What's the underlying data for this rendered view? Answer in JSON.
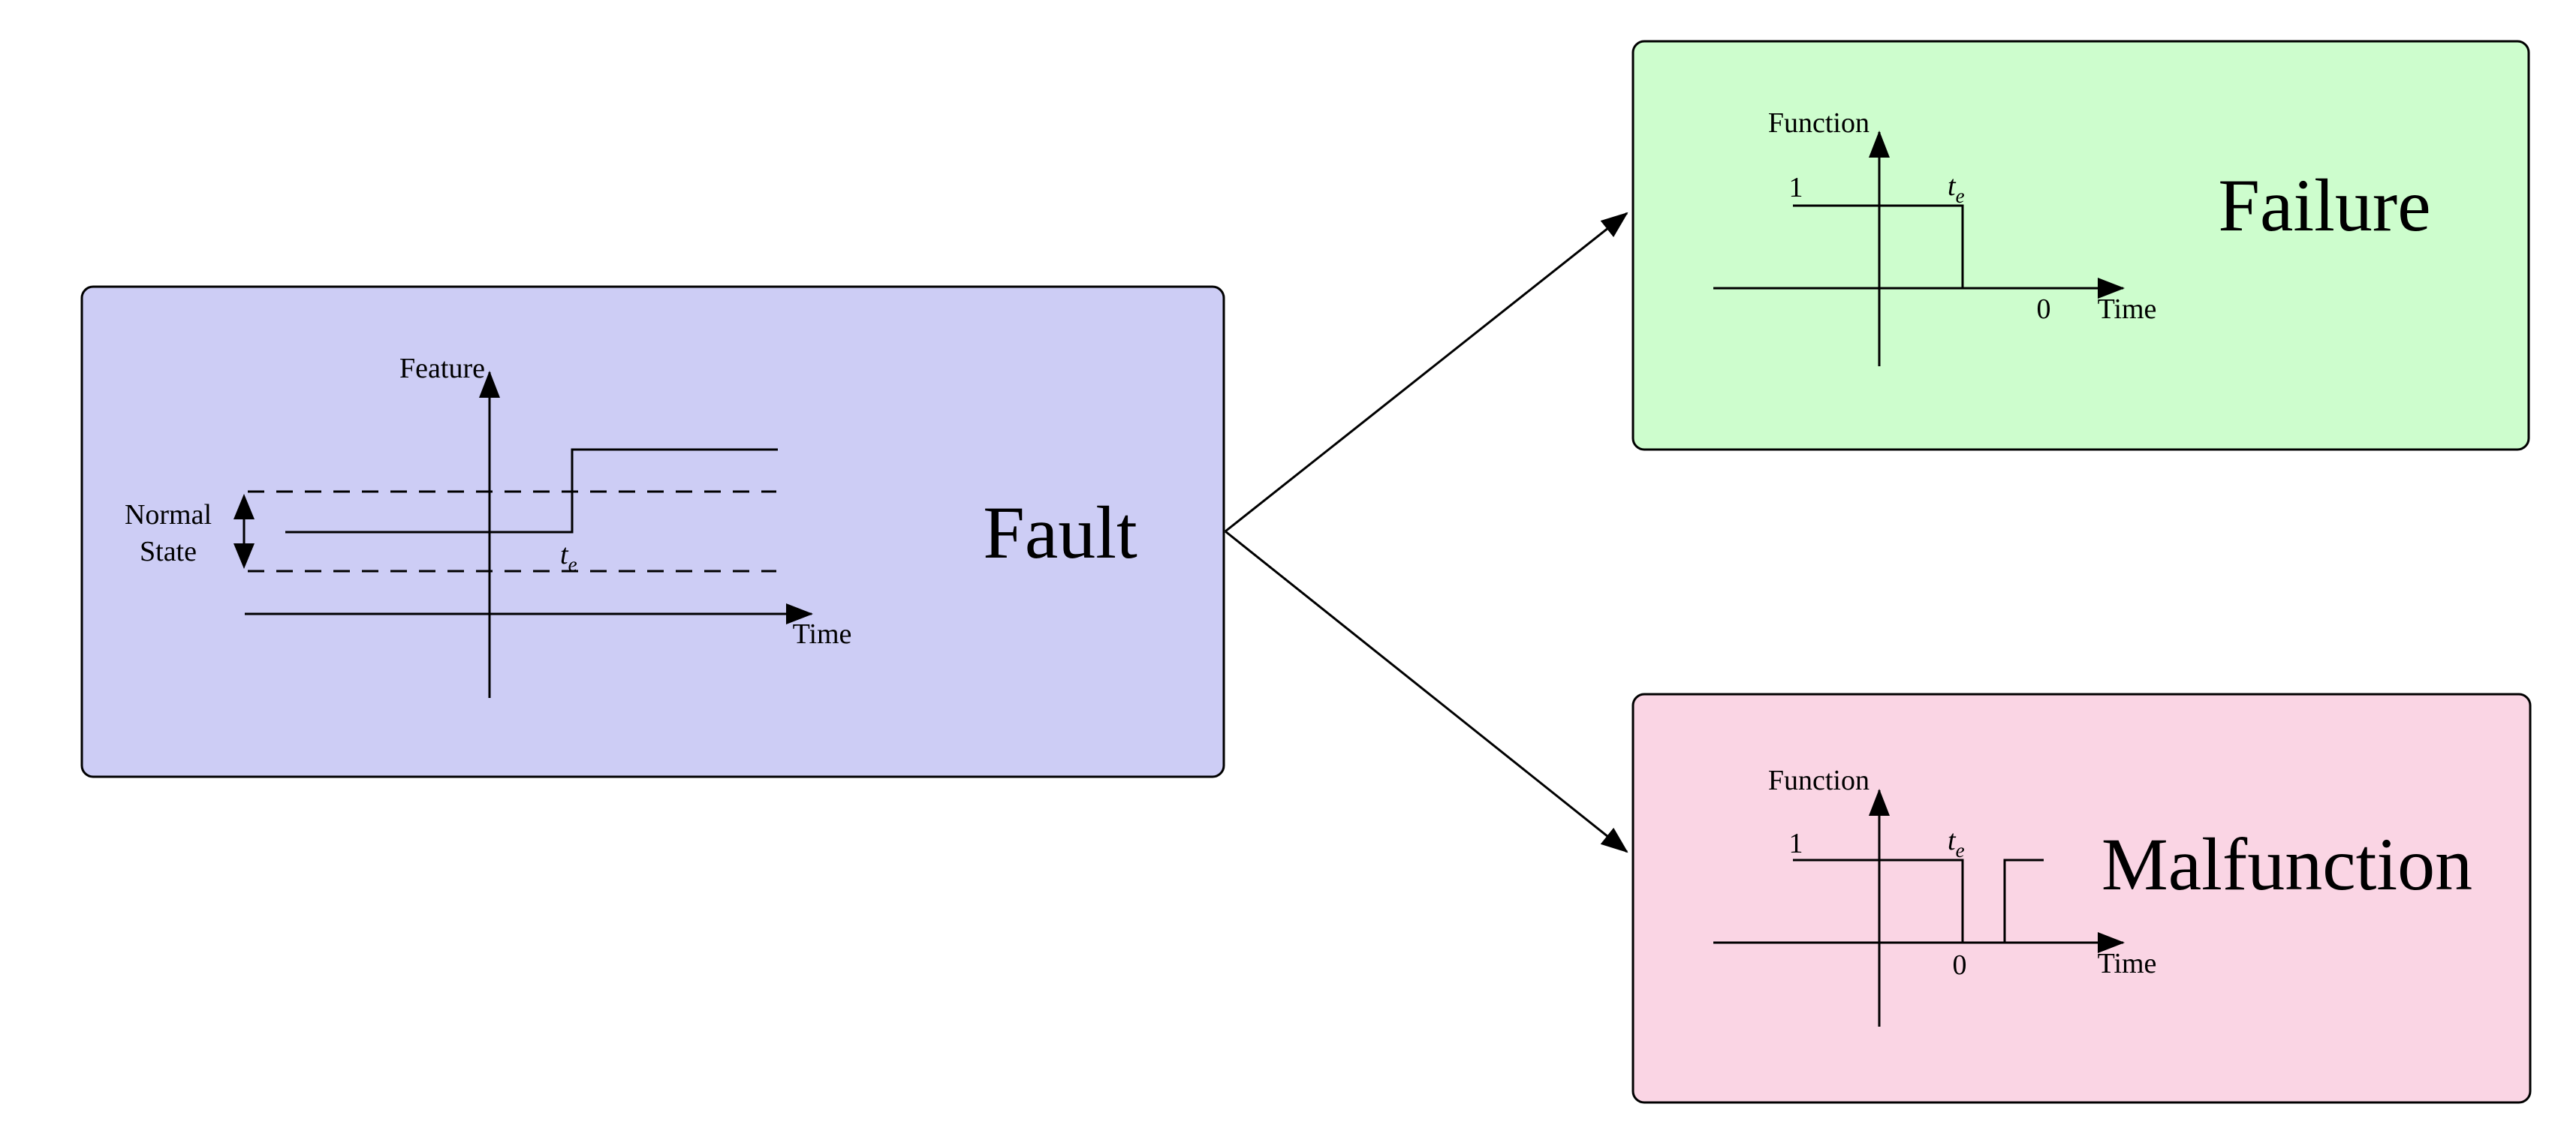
{
  "figure": {
    "colors": {
      "background": "#ffffff",
      "stroke": "#000000",
      "fault_fill": "#cdcdf5",
      "failure_fill": "#cdfdcd",
      "malfunction_fill": "#fad5e4"
    },
    "fault": {
      "label": "Fault",
      "plot": {
        "y_axis_label": "Feature",
        "x_axis_label": "Time",
        "band_label_line1": "Normal",
        "band_label_line2": "State",
        "event_symbol": "t",
        "event_subscript": "e"
      }
    },
    "failure": {
      "label": "Failure",
      "plot": {
        "y_axis_label": "Function",
        "x_axis_label": "Time",
        "level_one_label": "1",
        "zero_label": "0",
        "event_symbol": "t",
        "event_subscript": "e"
      }
    },
    "malfunction": {
      "label": "Malfunction",
      "plot": {
        "y_axis_label": "Function",
        "x_axis_label": "Time",
        "level_one_label": "1",
        "zero_label": "0",
        "event_symbol": "t",
        "event_subscript": "e"
      }
    }
  }
}
